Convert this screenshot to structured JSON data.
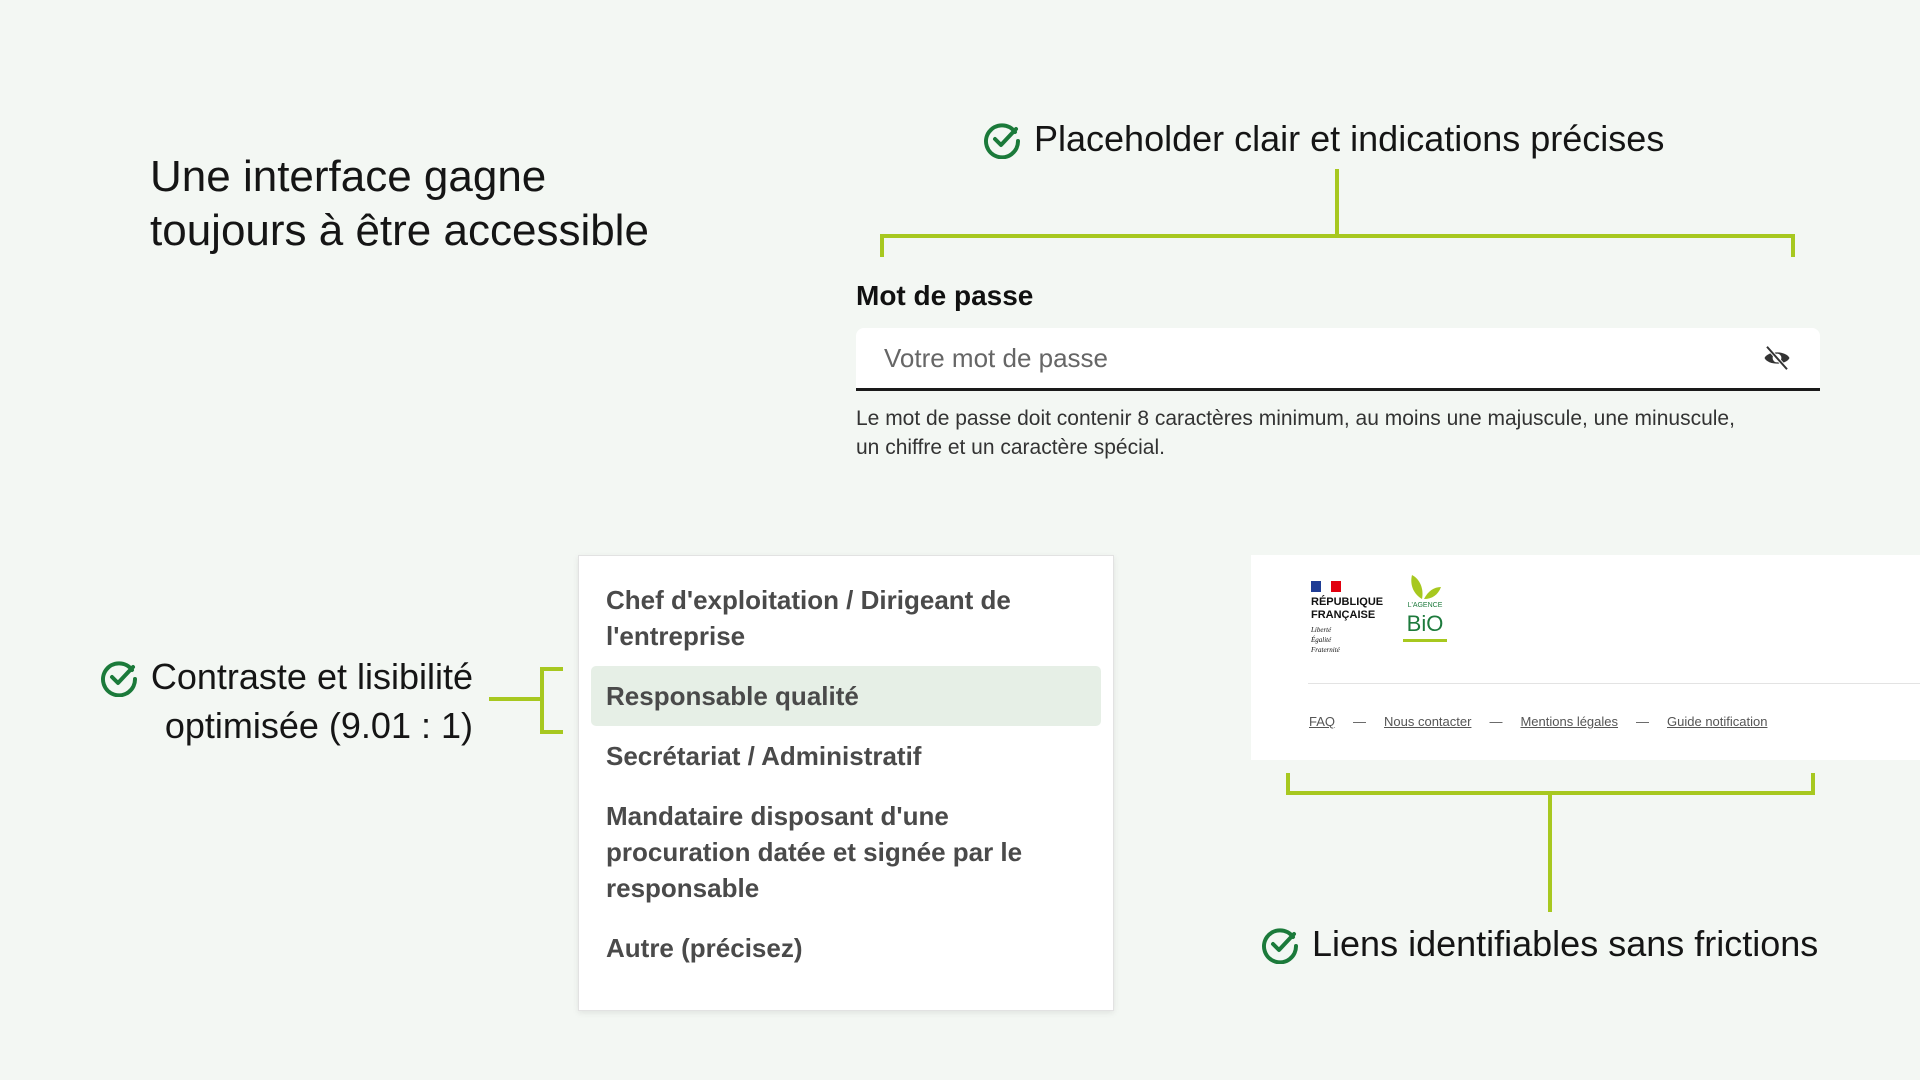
{
  "title_lines": [
    "Une interface gagne",
    "toujours à être accessible"
  ],
  "notes": {
    "placeholder": "Placeholder clair et indications précises",
    "contrast_line1": "Contraste et lisibilité",
    "contrast_line2": "optimisée (9.01 : 1)",
    "links": "Liens identifiables sans frictions"
  },
  "password": {
    "label": "Mot de passe",
    "placeholder": "Votre mot de passe",
    "icon": "eye-off-icon",
    "hint": "Le mot de passe doit contenir 8 caractères minimum, au moins une majuscule, une minuscule, un chiffre et un caractère spécial."
  },
  "menu": {
    "items": [
      "Chef d'exploitation / Dirigeant de l'entreprise",
      "Responsable qualité",
      "Secrétariat / Administratif",
      "Mandataire disposant d'une procuration datée et signée par le responsable",
      "Autre (précisez)"
    ],
    "selected": "Responsable qualité"
  },
  "footer": {
    "logo_rf": [
      "RÉPUBLIQUE",
      "FRANÇAISE",
      "Liberté",
      "Égalité",
      "Fraternité"
    ],
    "logo_bio": [
      "L'AGENCE",
      "BiO"
    ],
    "links": [
      "FAQ",
      "Nous contacter",
      "Mentions légales",
      "Guide notification"
    ],
    "separator": "—"
  },
  "colors": {
    "check": "#1b7a3a",
    "bracket": "#a7c81f",
    "background": "#f3f7f3"
  }
}
